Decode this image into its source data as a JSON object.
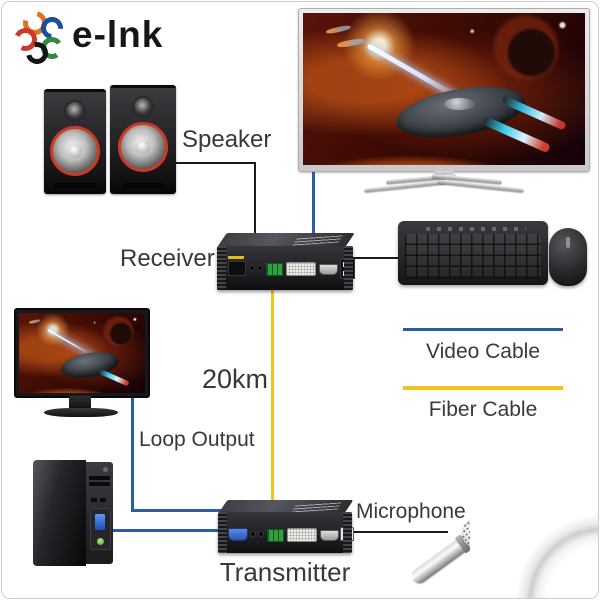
{
  "logo": {
    "text": "e-lnk",
    "icon": "swirl-logo-icon"
  },
  "nodes": {
    "speaker": "Speaker",
    "receiver": "Receiver",
    "distance": "20km",
    "loop_output": "Loop Output",
    "transmitter": "Transmitter",
    "microphone": "Microphone"
  },
  "legend": {
    "items": [
      {
        "label": "Video Cable",
        "color": "#2d5da7"
      },
      {
        "label": "Fiber Cable",
        "color": "#f0c41d"
      }
    ]
  },
  "colors": {
    "video_cable": "#2d5da7",
    "fiber_cable": "#f0c41d",
    "audio_usb_cable": "#1a1a1a",
    "logo_palette": [
      "#e4701e",
      "#1b4f9d",
      "#c93a2d",
      "#2d8a3e",
      "#141414"
    ]
  },
  "icons": {
    "tv": "tv-icon",
    "speakers": "speakers-icon",
    "keyboard": "keyboard-icon",
    "mouse": "mouse-icon",
    "monitor": "monitor-icon",
    "pc": "pc-tower-icon",
    "microphone": "microphone-icon",
    "extender": "fiber-extender-box-icon"
  }
}
